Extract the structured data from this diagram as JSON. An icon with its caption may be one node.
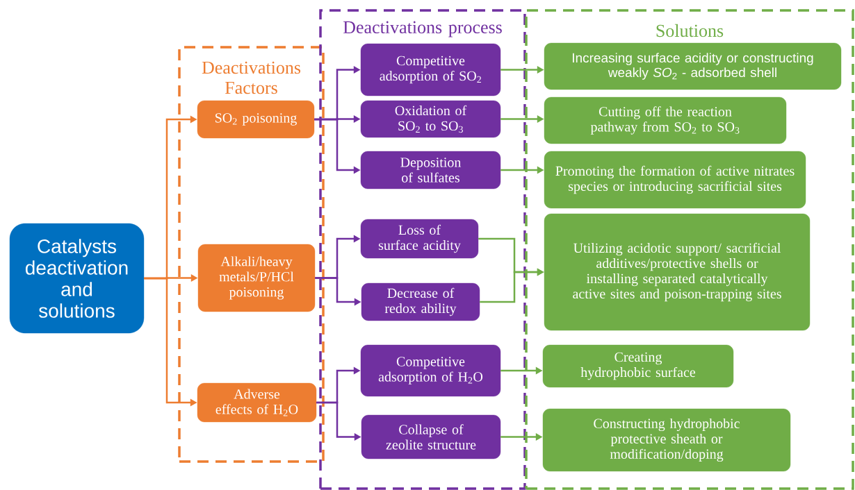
{
  "diagram": {
    "nodes": [
      {
        "text": [
          "Catalysts deactivation and solutions"
        ]
      },
      {
        "text": [
          "Deactivations Factors"
        ]
      },
      {
        "text": [
          "SO$_{2}$ poisoning"
        ],
        "in": 1
      },
      {
        "text": [
          "Alkali/heavy metals/P/HCl poisoning"
        ],
        "in": 1
      },
      {
        "text": [
          "Adverse effects of H$_{2}$O"
        ],
        "in": 1
      },
      {
        "text": [
          "Deactivations process"
        ]
      },
      {
        "text": [
          "Competitive adsorption of SO$_{2}$"
        ],
        "in": 5
      },
      {
        "text": [
          "Oxidation of SO$_{2}$ to SO$_{3}$"
        ],
        "in": 5
      },
      {
        "text": [
          "Deposition of sulfates"
        ],
        "in": 5
      },
      {
        "text": [
          "Loss of surface acidity"
        ],
        "in": 5
      },
      {
        "text": [
          "Decrease of redox ability"
        ],
        "in": 5
      },
      {
        "text": [
          "Competitive adsorption of H$_{2}$O"
        ],
        "in": 5
      },
      {
        "text": [
          "Collapse of zeolite structure"
        ],
        "in": 5
      },
      {
        "text": [
          "Solutions"
        ]
      },
      {
        "text": [
          "Increasing surface acidity or constructing weakly *SO*$_{2}$ - adsorbed shell"
        ],
        "in": 13
      },
      {
        "text": [
          "Cutting off the reaction pathway from SO$_{2}$ to SO$_{3}$"
        ],
        "in": 13
      },
      {
        "text": [
          "Promoting the formation of active nitrates species or introducing sacrificial sites"
        ],
        "in": 13
      },
      {
        "text": [
          "Utilizing acidotic support/ sacrificial additives/protective shells or installing separated catalytically active sites and poison-trapping sites"
        ],
        "in": 13
      },
      {
        "text": [
          "Creating hydrophobic surface"
        ],
        "in": 13
      },
      {
        "text": [
          "Constructing hydrophobic protective sheath or modification/doping"
        ],
        "in": 13
      }
    ],
    "edges": [
      {
        "from": 0,
        "to": 2,
        "arrow": "to",
        "color": "#ed7d31"
      },
      {
        "from": 0,
        "to": 3,
        "arrow": "to",
        "color": "#ed7d31"
      },
      {
        "from": 0,
        "to": 4,
        "arrow": "to",
        "color": "#ed7d31"
      },
      {
        "from": 2,
        "to": 6,
        "arrow": "to"
      },
      {
        "from": 2,
        "to": 7,
        "arrow": "to"
      },
      {
        "from": 2,
        "to": 8,
        "arrow": "to"
      },
      {
        "from": 3,
        "to": 9,
        "arrow": "to"
      },
      {
        "from": 3,
        "to": 10,
        "arrow": "to"
      },
      {
        "from": 4,
        "to": 11,
        "arrow": "to"
      },
      {
        "from": 4,
        "to": 12,
        "arrow": "to"
      },
      {
        "from": 6,
        "to": 14,
        "arrow": "to",
        "color": "#70ad47"
      },
      {
        "from": 7,
        "to": 15,
        "arrow": "to",
        "color": "#70ad47"
      },
      {
        "from": 8,
        "to": 16,
        "arrow": "to",
        "color": "#70ad47"
      },
      {
        "from": 9,
        "to": 17,
        "arrow": "to",
        "color": "#70ad47"
      },
      {
        "from": 10,
        "to": 17,
        "arrow": "to",
        "color": "#70ad47"
      },
      {
        "from": 11,
        "to": 18,
        "arrow": "to",
        "color": "#70ad47"
      },
      {
        "from": 12,
        "to": 19,
        "arrow": "to",
        "color": "#70ad47"
      }
    ]
  }
}
